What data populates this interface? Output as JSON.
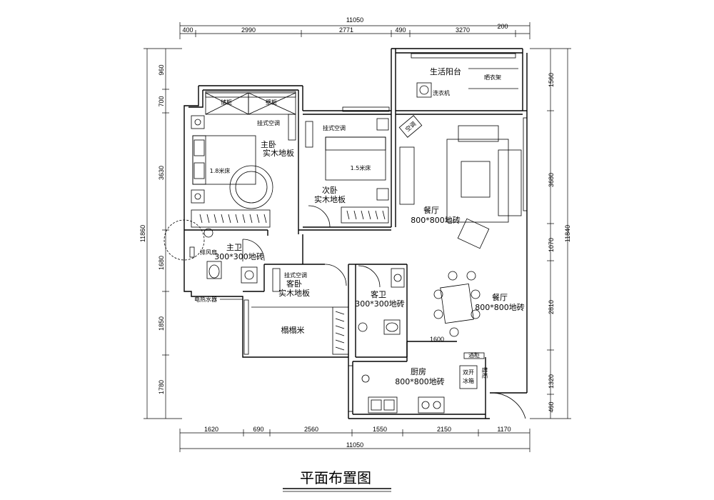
{
  "title": "平面布置图",
  "dimensions": {
    "top_total": "11050",
    "top_segments": [
      "400",
      "2990",
      "2771",
      "490",
      "3270"
    ],
    "top_extra": "200",
    "bottom_total": "11050",
    "bottom_segments": [
      "1620",
      "690",
      "2560",
      "1550",
      "2150",
      "1170"
    ],
    "left_segments": [
      "960",
      "700",
      "3630",
      "1680",
      "1850",
      "1780"
    ],
    "left_total": "11860",
    "right_segments": [
      "1560",
      "3680",
      "1070",
      "2810",
      "1320",
      "460"
    ],
    "right_total": "11840",
    "inner_1600": "1600"
  },
  "rooms": {
    "master_bedroom": "主卧",
    "master_bedroom_floor": "实木地板",
    "second_bedroom": "次卧",
    "second_bedroom_floor": "实木地板",
    "guest_bedroom": "客卧",
    "guest_bedroom_floor": "实木地板",
    "master_bath": "主卫",
    "master_bath_floor": "300*300地砖",
    "guest_bath": "客卫",
    "guest_bath_floor": "300*300地砖",
    "living_room": "餐厅",
    "living_room_floor": "800*800地砖",
    "dining_room": "餐厅",
    "dining_room_floor": "800*800地砖",
    "kitchen": "厨房",
    "kitchen_floor": "800*800地砖",
    "balcony": "生活阳台",
    "tatami": "榻榻米"
  },
  "labels": {
    "ac1": "挂式空调",
    "ac2": "挂式空调",
    "ac3": "挂式空调",
    "ac4": "空调",
    "bed1": "1.8米床",
    "bed2": "1.5米床",
    "cabinet1": "储柜",
    "cabinet2": "壁柜",
    "drying_rack": "晒衣架",
    "washer": "洗衣机",
    "exhaust_fan": "排风扇",
    "water_heater": "电热水器",
    "fridge_a": "双开",
    "fridge_b": "冰箱",
    "cupboard": "酒柜",
    "side": "鞋柜"
  }
}
